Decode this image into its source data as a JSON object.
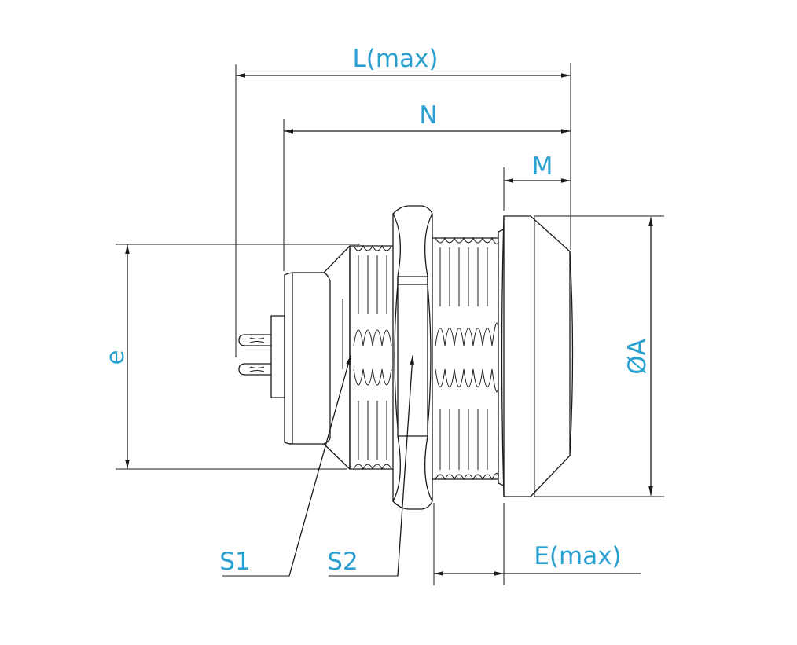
{
  "colors": {
    "label": "#2aa0d0",
    "line": "#1a1a1a",
    "background": "#ffffff"
  },
  "labels": {
    "L": "L(max)",
    "N": "N",
    "M": "M",
    "A": "ØA",
    "e": "e",
    "E": "E(max)",
    "S1": "S1",
    "S2": "S2"
  }
}
